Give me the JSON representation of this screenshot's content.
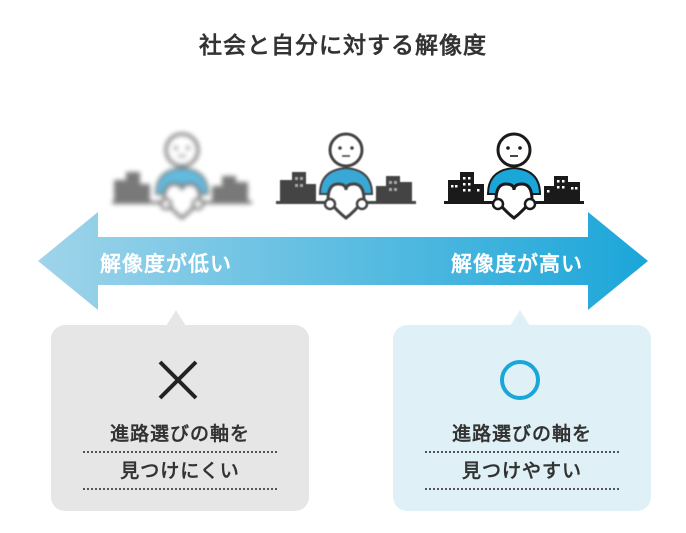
{
  "title": "社会と自分に対する解像度",
  "arrow": {
    "left_label": "解像度が低い",
    "right_label": "解像度が高い",
    "colors": {
      "light": "#9fd4ea",
      "dark": "#1ba6d9"
    }
  },
  "figures": [
    {
      "resolution": "low",
      "building_color": "#6b6b6b",
      "accent": "#53b3dc"
    },
    {
      "resolution": "medium",
      "building_color": "#444444",
      "accent": "#3aa8d6"
    },
    {
      "resolution": "high",
      "building_color": "#1a1a1a",
      "accent": "#1ba6d9"
    }
  ],
  "bubbles": [
    {
      "mark": "cross-icon",
      "line1": "進路選びの軸を",
      "line2": "見つけにくい",
      "background": "#e6e6e6"
    },
    {
      "mark": "circle-icon",
      "line1": "進路選びの軸を",
      "line2": "見つけやすい",
      "background": "#dff1f7",
      "mark_color": "#1ba6d9"
    }
  ]
}
